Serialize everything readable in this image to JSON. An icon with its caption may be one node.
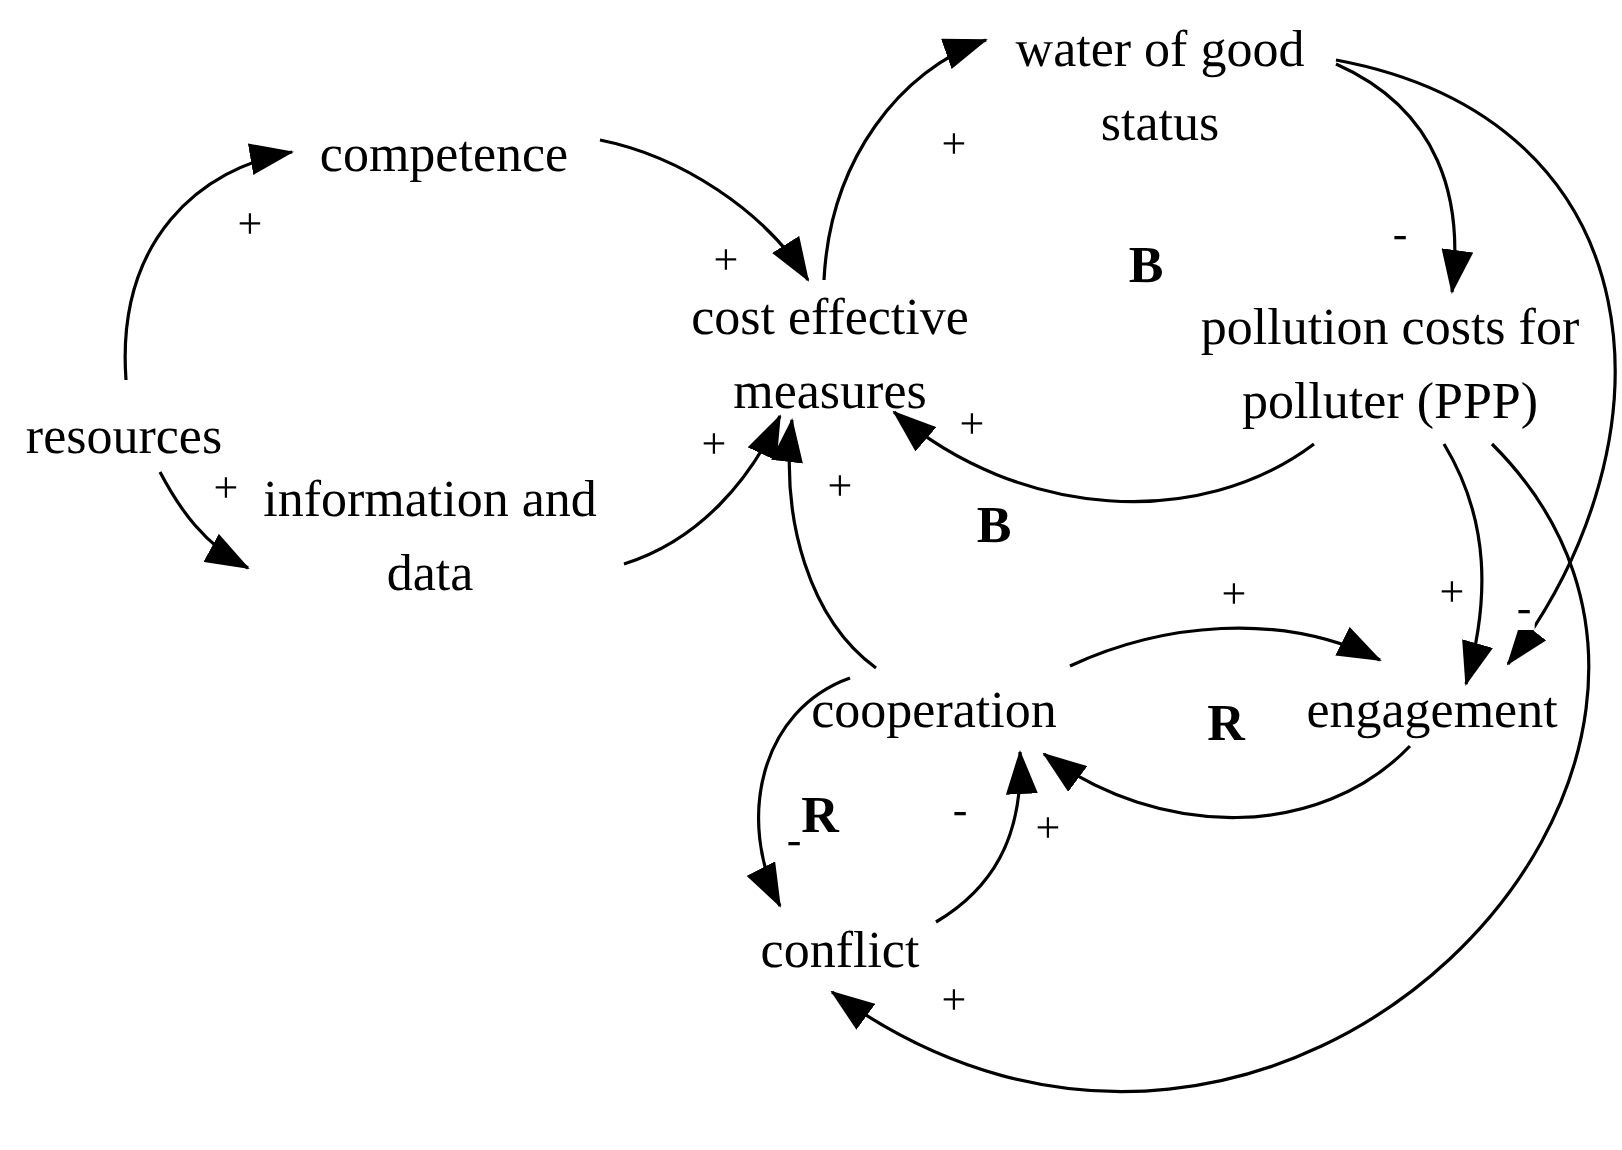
{
  "diagram": {
    "nodes": [
      {
        "text": [
          "competence"
        ]
      },
      {
        "text": [
          "cost effective measures"
        ]
      },
      {
        "text": [
          "water of good status"
        ]
      },
      {
        "text": [
          "resources"
        ]
      },
      {
        "text": [
          "pollution costs for polluter (PPP)"
        ]
      },
      {
        "text": [
          "information and data"
        ]
      },
      {
        "text": [
          "cooperation"
        ]
      },
      {
        "text": [
          "engagement"
        ]
      },
      {
        "text": [
          "conflict"
        ]
      }
    ],
    "edges": [
      {
        "from": 3,
        "to": 0,
        "arrow": "to",
        "label": "+"
      },
      {
        "from": 3,
        "to": 5,
        "arrow": "to",
        "label": "+"
      },
      {
        "from": 0,
        "to": 1,
        "arrow": "to",
        "label": "+"
      },
      {
        "from": 5,
        "to": 1,
        "arrow": "to",
        "label": "+"
      },
      {
        "from": 6,
        "to": 1,
        "arrow": "to",
        "label": "+"
      },
      {
        "from": 1,
        "to": 2,
        "arrow": "to",
        "label": "+"
      },
      {
        "from": 2,
        "to": 4,
        "arrow": "to",
        "label": "-"
      },
      {
        "from": 4,
        "to": 1,
        "arrow": "to",
        "label": "+"
      },
      {
        "from": 2,
        "to": 7,
        "arrow": "to",
        "label": "-"
      },
      {
        "from": 4,
        "to": 7,
        "arrow": "to",
        "label": "+"
      },
      {
        "from": 6,
        "to": 7,
        "arrow": "to",
        "label": "+"
      },
      {
        "from": 7,
        "to": 6,
        "arrow": "to",
        "label": "+"
      },
      {
        "from": 6,
        "to": 8,
        "arrow": "to",
        "label": "-"
      },
      {
        "from": 8,
        "to": 6,
        "arrow": "to",
        "label": "-"
      },
      {
        "from": 4,
        "to": 8,
        "arrow": "to",
        "label": "+"
      }
    ],
    "labels": [
      "B",
      "B",
      "R",
      "R"
    ]
  }
}
